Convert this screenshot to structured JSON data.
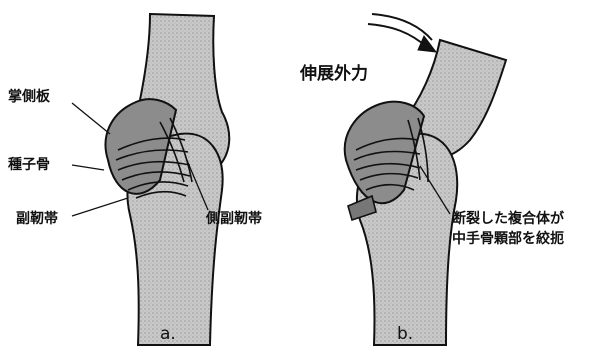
{
  "figure": {
    "panel_a": {
      "caption": "a.",
      "labels": {
        "palmar_plate": "掌側板",
        "sesamoid": "種子骨",
        "accessory_collateral": "副靭帯",
        "collateral": "側副靭帯"
      }
    },
    "panel_b": {
      "caption": "b.",
      "labels": {
        "extension_force": "伸展外力",
        "ruptured_complex_line1": "断裂した複合体が",
        "ruptured_complex_line2": "中手骨顆部を絞扼"
      }
    }
  }
}
